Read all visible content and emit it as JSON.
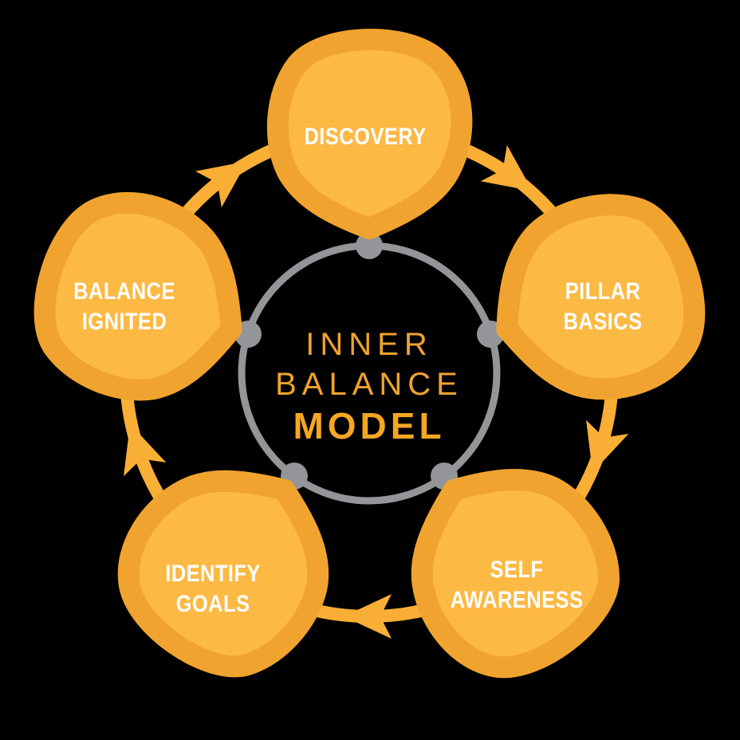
{
  "diagram": {
    "type": "cycle",
    "flow_direction": "clockwise",
    "title": {
      "line1": "INNER",
      "line2": "BALANCE",
      "line3": "MODEL"
    },
    "stages": [
      {
        "id": "discovery",
        "line1": "DISCOVERY",
        "line2": "",
        "position": "top"
      },
      {
        "id": "pillar-basics",
        "line1": "PILLAR",
        "line2": "BASICS",
        "position": "upper-right"
      },
      {
        "id": "self-awareness",
        "line1": "SELF",
        "line2": "AWARENESS",
        "position": "lower-right"
      },
      {
        "id": "identify-goals",
        "line1": "IDENTIFY",
        "line2": "GOALS",
        "position": "lower-left"
      },
      {
        "id": "balance-ignited",
        "line1": "BALANCE",
        "line2": "IGNITED",
        "position": "upper-left"
      }
    ],
    "ring_node_count": "5"
  },
  "colors": {
    "background": "#000000",
    "blob_fill": "#FCB944",
    "blob_rim": "#F0A42F",
    "arrow": "#F9AF35",
    "ring_gray": "#939598",
    "title_thin_orange": "#F0A22D",
    "title_bold_orange": "#F5A623",
    "label_white": "#FFFFFF"
  }
}
